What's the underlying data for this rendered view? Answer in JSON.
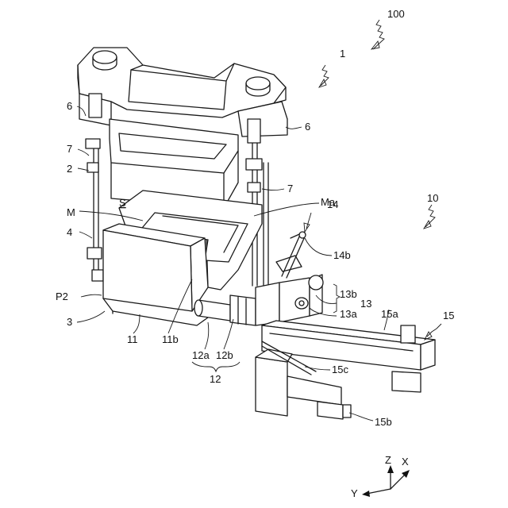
{
  "figure": {
    "labels": {
      "l100": "100",
      "l1": "1",
      "l6a": "6",
      "l6b": "6",
      "l7a": "7",
      "l7b": "7",
      "l2": "2",
      "lS": "S",
      "lMa": "Ma",
      "l14": "14",
      "l10": "10",
      "lM": "M",
      "l4": "4",
      "l14b": "14b",
      "lP2": "P2",
      "l13b": "13b",
      "l13": "13",
      "l13a": "13a",
      "l15a": "15a",
      "l15": "15",
      "l3": "3",
      "l11": "11",
      "l11b": "11b",
      "l12a": "12a",
      "l12b": "12b",
      "l12": "12",
      "l15c": "15c",
      "l15b": "15b"
    },
    "axes": {
      "z": "Z",
      "x": "X",
      "y": "Y"
    }
  }
}
